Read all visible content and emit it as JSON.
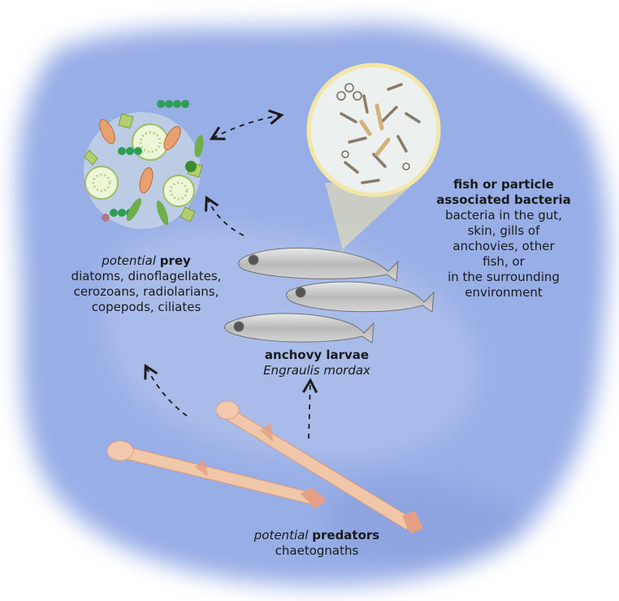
{
  "prey": {
    "title_italic": "potential",
    "title_bold": "prey",
    "lines": [
      "diatoms, dinoflagellates,",
      "cerozoans, radiolarians,",
      "copepods, ciliates"
    ]
  },
  "bacteria": {
    "title_lines": [
      "fish or particle",
      "associated bacteria"
    ],
    "lines": [
      "bacteria in the gut,",
      "skin, gills of",
      "anchovies, other",
      "fish, or",
      "in the surrounding",
      "environment"
    ]
  },
  "anchovy": {
    "common_name": "anchovy larvae",
    "scientific_name": "Engraulis mordax"
  },
  "predators": {
    "title_italic": "potential",
    "title_bold": "predators",
    "lines": [
      "chaetognaths"
    ]
  },
  "colors": {
    "water": "#98aee6",
    "water_light": "#b6c6ef",
    "halo": "#f4e7a6",
    "predator": "#f0c7a8",
    "predator_stripe": "#e59f84",
    "fish": "#c8c8c8"
  }
}
